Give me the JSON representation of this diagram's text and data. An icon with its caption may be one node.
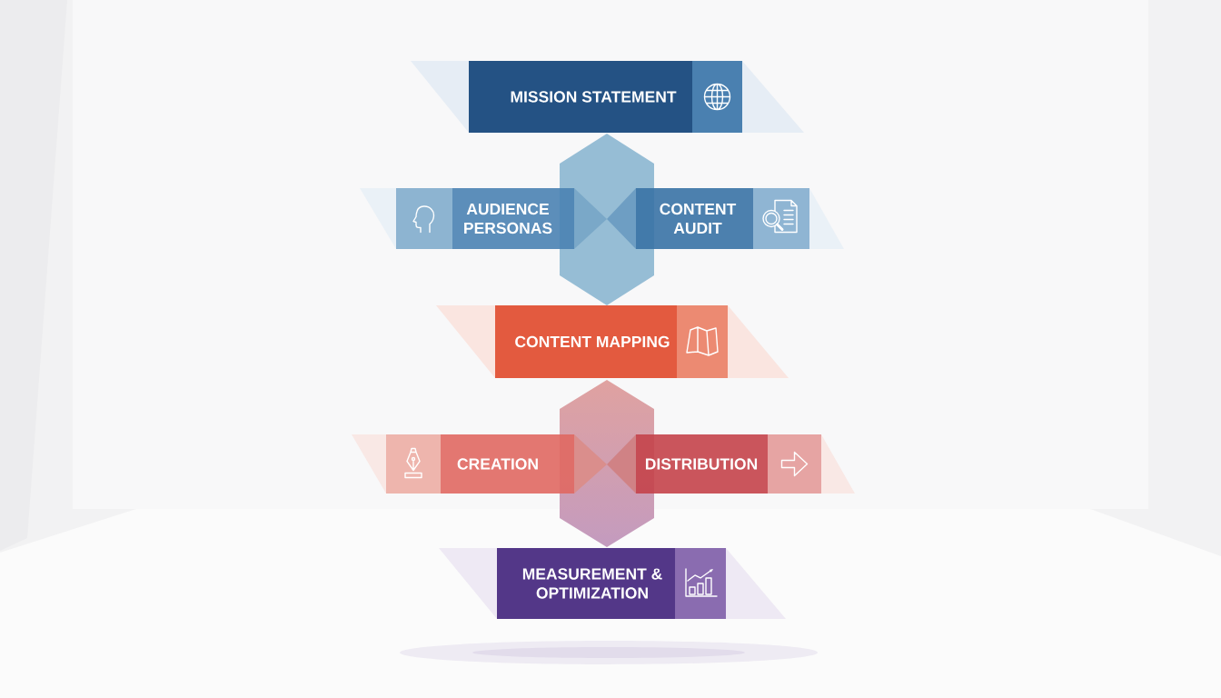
{
  "diagram": {
    "nodes": [
      {
        "text": [
          "MISSION STATEMENT"
        ]
      },
      {
        "text": [],
        "shape": "hexagon"
      },
      {
        "text": [
          "AUDIENCE PERSONAS"
        ]
      },
      {
        "text": [
          "CONTENT AUDIT"
        ]
      },
      {
        "text": [
          "CONTENT MAPPING"
        ]
      },
      {
        "text": [],
        "shape": "hexagon"
      },
      {
        "text": [
          "CREATION"
        ]
      },
      {
        "text": [
          "DISTRIBUTION"
        ]
      },
      {
        "text": [
          "MEASUREMENT & OPTIMIZATION"
        ]
      }
    ]
  }
}
